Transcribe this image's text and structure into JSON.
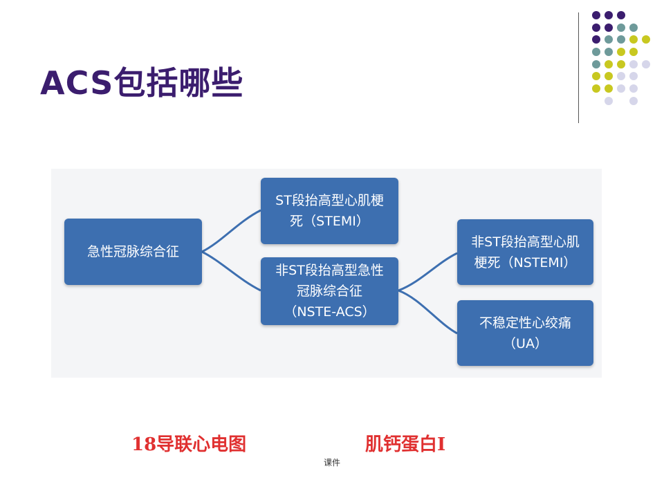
{
  "slide": {
    "title": "ACS包括哪些",
    "footer": "课件"
  },
  "diagram": {
    "root": "急性冠脉综合征",
    "stemi": {
      "line1": "ST段抬高型心肌梗",
      "line2": "死（STEMI）"
    },
    "nste_acs": {
      "line1": "非ST段抬高型急性",
      "line2": "冠脉综合征",
      "line3": "（NSTE-ACS）"
    },
    "nstemi": {
      "line1": "非ST段抬高型心肌",
      "line2": "梗死（NSTEMI）"
    },
    "ua": {
      "line1": "不稳定性心绞痛",
      "line2": "（UA）"
    }
  },
  "bottom": {
    "left": "18导联心电图",
    "right": "肌钙蛋白I"
  },
  "colors": {
    "title": "#3b1d6e",
    "box": "#3d6fb0",
    "bottom_text": "#e03030",
    "dot_purple": "#3b1d6e",
    "dot_teal": "#6e9a9a",
    "dot_yellow": "#c8c820",
    "dot_lavender": "#d6d6ea"
  }
}
